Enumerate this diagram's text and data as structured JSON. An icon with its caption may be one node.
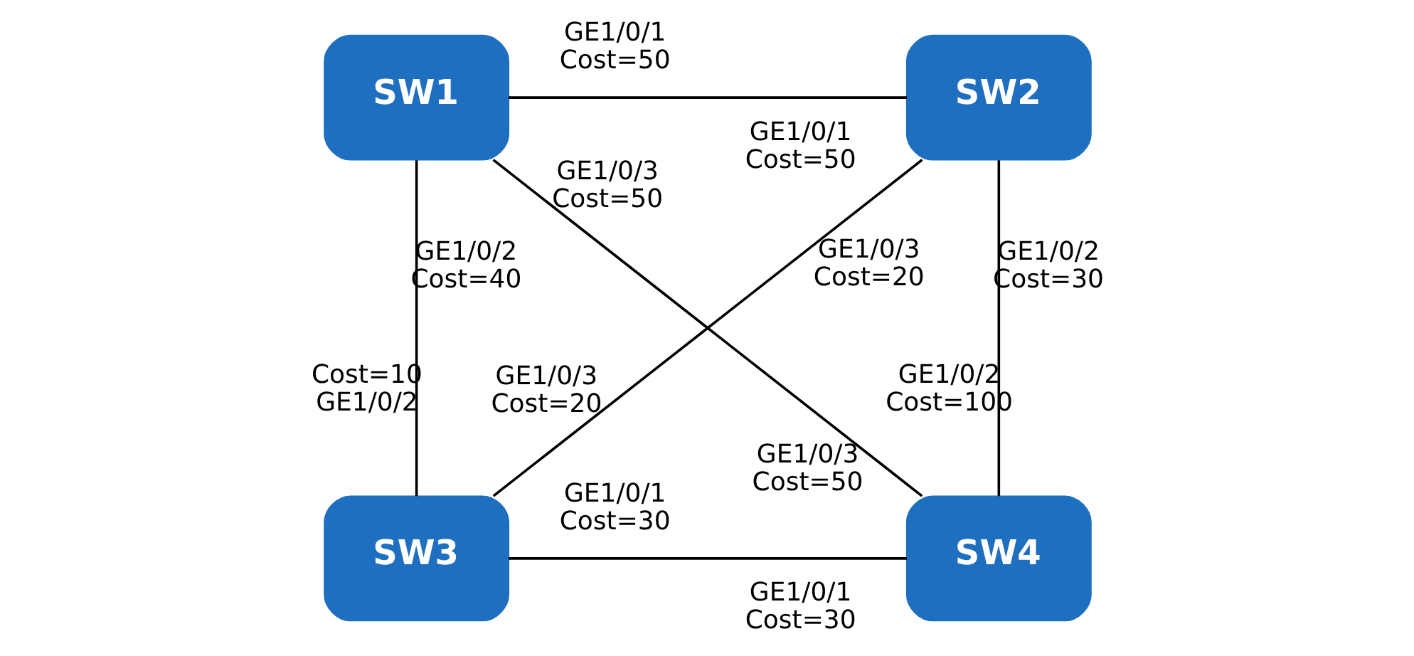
{
  "diagram": {
    "nodes": [
      {
        "text": [
          "SW1"
        ],
        "beside": [
          "GE1/0/1 Cost=50",
          "GE1/0/2 Cost=40",
          "GE1/0/3 Cost=50"
        ]
      },
      {
        "text": [
          "SW2"
        ],
        "beside": [
          "GE1/0/1 Cost=50",
          "GE1/0/3 Cost=20",
          "GE1/0/2 Cost=30"
        ]
      },
      {
        "text": [
          "SW3"
        ],
        "beside": [
          "Cost=10 GE1/0/2",
          "GE1/0/3 Cost=20",
          "GE1/0/1 Cost=30"
        ]
      },
      {
        "text": [
          "SW4"
        ],
        "beside": [
          "GE1/0/3 Cost=50",
          "GE1/0/2 Cost=100",
          "GE1/0/1 Cost=30"
        ]
      }
    ],
    "edges": [
      {
        "from": 0,
        "to": 1,
        "arrow": "none"
      },
      {
        "from": 0,
        "to": 2,
        "arrow": "none"
      },
      {
        "from": 0,
        "to": 3,
        "arrow": "none"
      },
      {
        "from": 1,
        "to": 2,
        "arrow": "none"
      },
      {
        "from": 1,
        "to": 3,
        "arrow": "none"
      },
      {
        "from": 2,
        "to": 3,
        "arrow": "none"
      }
    ]
  }
}
